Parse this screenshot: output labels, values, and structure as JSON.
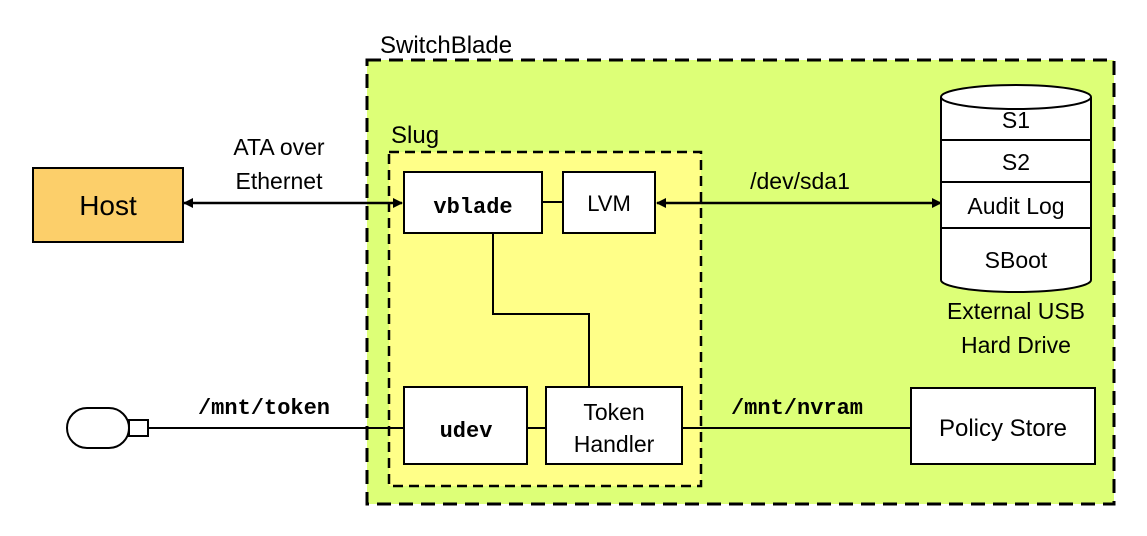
{
  "colors": {
    "switchblade_fill": "#ddff77",
    "slug_fill": "#ffff88",
    "host_fill": "#fccf6a",
    "box_fill": "#ffffff",
    "stroke": "#000000"
  },
  "switchblade": {
    "title": "SwitchBlade"
  },
  "slug": {
    "title": "Slug",
    "vblade": "vblade",
    "lvm": "LVM",
    "udev": "udev",
    "token_handler_line1": "Token",
    "token_handler_line2": "Handler"
  },
  "host": {
    "label": "Host"
  },
  "links": {
    "ata_line1": "ATA over",
    "ata_line2": "Ethernet",
    "dev_sda1": "/dev/sda1",
    "mnt_token": "/mnt/token",
    "mnt_nvram": "/mnt/nvram"
  },
  "drive": {
    "s1": "S1",
    "s2": "S2",
    "audit_log": "Audit Log",
    "sboot": "SBoot",
    "caption_line1": "External USB",
    "caption_line2": "Hard Drive"
  },
  "policy_store": {
    "label": "Policy Store"
  },
  "token_device": {
    "icon": "usb-token-icon"
  }
}
